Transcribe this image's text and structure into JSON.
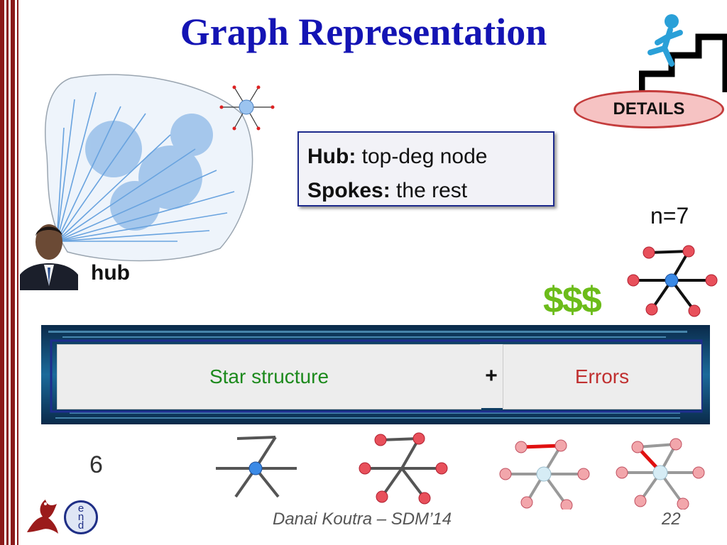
{
  "title": "Graph Representation",
  "details_button": "DETAILS",
  "definition": {
    "hub_term": "Hub:",
    "hub_text": " top-deg node",
    "spokes_term": "Spokes:",
    "spokes_text": " the rest"
  },
  "n_label": "n=7",
  "hub_label": "hub",
  "cost_label": "$$$",
  "model": {
    "star_label": "Star structure",
    "plus": "+",
    "errors_label": "Errors"
  },
  "count_label": "6",
  "footer": {
    "author": "Danai Koutra – SDM’14",
    "page": "22",
    "end_letters": [
      "e",
      "n",
      "d"
    ]
  },
  "colors": {
    "title": "#1414b4",
    "node_red": "#e8505b",
    "node_blue": "#3b8ae6",
    "node_light": "#d6ecf5",
    "node_pink": "#f2a6ab",
    "error_edge": "#e01010",
    "star_text": "#1d8a1d",
    "error_text": "#c03030",
    "money": "#6cbc1a"
  },
  "icons": [
    "stairs-runner-icon",
    "hub-person-photo",
    "griffin-logo-icon",
    "end-button-icon"
  ]
}
